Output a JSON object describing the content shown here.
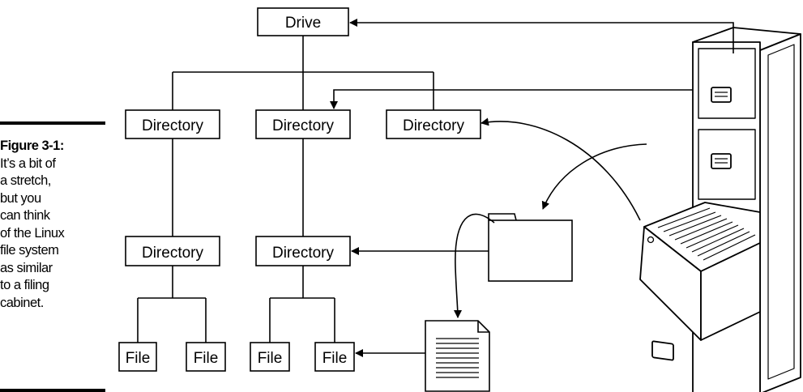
{
  "caption": {
    "label": "Figure 3-1:",
    "text": "It’s a bit of\na stretch,\nbut you\ncan think\nof the Linux\nfile system\nas similar\nto a filing\ncabinet."
  },
  "tree": {
    "root": "Drive",
    "level1": [
      "Directory",
      "Directory",
      "Directory"
    ],
    "level2": [
      "Directory",
      "Directory"
    ],
    "files": [
      "File",
      "File",
      "File",
      "File"
    ]
  },
  "colors": {
    "line": "#000000",
    "background": "#ffffff",
    "cabinet_fill": "#ffffff"
  },
  "icons": [
    "filing-cabinet-icon",
    "folder-icon",
    "document-icon",
    "cabinet-drawer-label-icon"
  ]
}
